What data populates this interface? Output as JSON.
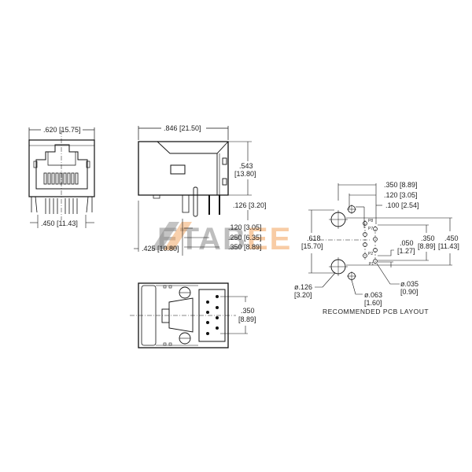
{
  "watermark": {
    "text_gray": "ETAB",
    "text_orange": "EE",
    "accent_color": "#f3a35c"
  },
  "front_view": {
    "width_dim": ".620 [15.75]",
    "pin_span_dim": ".450 [11.43]"
  },
  "side_view": {
    "length_dim": ".846 [21.50]",
    "height_dim_in": ".543",
    "height_dim_mm": "[13.80]",
    "pin_length_dim": ".126 [3.20]",
    "offset_1": ".120 [3.05]",
    "offset_2": ".250 [6.35]",
    "offset_3": ".350 [8.89]",
    "front_offset": ".425 [10.80]"
  },
  "bottom_view": {
    "pin_span_in": ".350",
    "pin_span_mm": "[8.89]"
  },
  "pcb_layout": {
    "caption": "RECOMMENDED PCB LAYOUT",
    "dim_350": ".350 [8.89]",
    "dim_120": ".120 [3.05]",
    "dim_100": ".100 [2.54]",
    "dim_618_in": ".618",
    "dim_618_mm": "[15.70]",
    "dim_050_in": ".050",
    "dim_050_mm": "[1.27]",
    "dim_350v_in": ".350",
    "dim_350v_mm": "[8.89]",
    "dim_450_in": ".450",
    "dim_450_mm": "[11.43]",
    "hole_126_in": "ø.126",
    "hole_126_mm": "[3.20]",
    "hole_063_in": "ø.063",
    "hole_063_mm": "[1.60]",
    "hole_035_in": "ø.035",
    "hole_035_mm": "[0.90]",
    "pin_labels": [
      "P8",
      "P7",
      "P2",
      "P1"
    ]
  }
}
